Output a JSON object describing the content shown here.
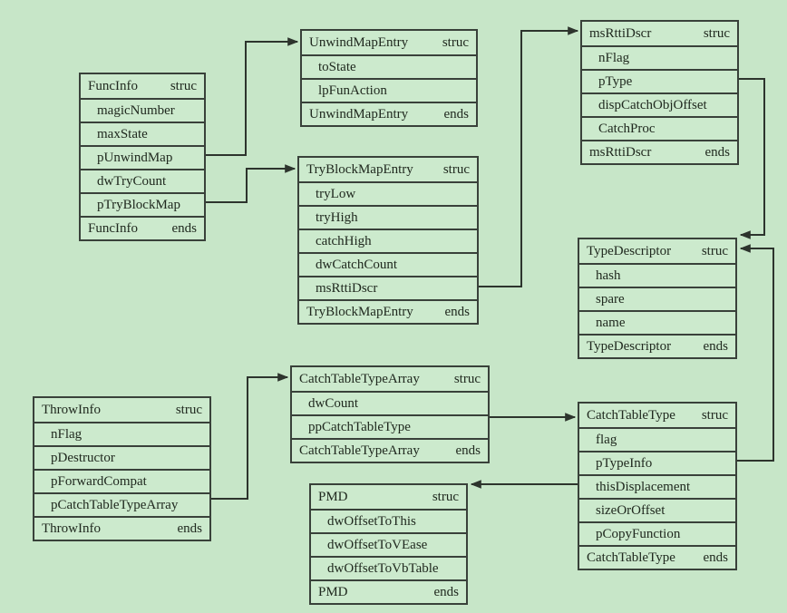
{
  "keywords": {
    "open": "struc",
    "close": "ends"
  },
  "structs": [
    {
      "id": "funcinfo",
      "title": "FuncInfo",
      "fields": [
        "magicNumber",
        "maxState",
        "pUnwindMap",
        "dwTryCount",
        "pTryBlockMap"
      ]
    },
    {
      "id": "unwindmapentry",
      "title": "UnwindMapEntry",
      "fields": [
        "toState",
        "lpFunAction"
      ]
    },
    {
      "id": "tryblockmapentry",
      "title": "TryBlockMapEntry",
      "fields": [
        "tryLow",
        "tryHigh",
        "catchHigh",
        "dwCatchCount",
        "msRttiDscr"
      ]
    },
    {
      "id": "msrttidscr",
      "title": "msRttiDscr",
      "fields": [
        "nFlag",
        "pType",
        "dispCatchObjOffset",
        "CatchProc"
      ]
    },
    {
      "id": "typedescriptor",
      "title": "TypeDescriptor",
      "fields": [
        "hash",
        "spare",
        "name"
      ]
    },
    {
      "id": "throwinfo",
      "title": "ThrowInfo",
      "fields": [
        "nFlag",
        "pDestructor",
        "pForwardCompat",
        "pCatchTableTypeArray"
      ]
    },
    {
      "id": "catchtabletypearray",
      "title": "CatchTableTypeArray",
      "fields": [
        "dwCount",
        "ppCatchTableType"
      ]
    },
    {
      "id": "catchtabletype",
      "title": "CatchTableType",
      "fields": [
        "flag",
        "pTypeInfo",
        "thisDisplacement",
        "sizeOrOffset",
        "pCopyFunction"
      ]
    },
    {
      "id": "pmd",
      "title": "PMD",
      "fields": [
        "dwOffsetToThis",
        "dwOffsetToVEase",
        "dwOffsetToVbTable"
      ]
    }
  ],
  "connectors": [
    {
      "from": "FuncInfo.pUnwindMap",
      "to": "UnwindMapEntry"
    },
    {
      "from": "FuncInfo.pTryBlockMap",
      "to": "TryBlockMapEntry"
    },
    {
      "from": "TryBlockMapEntry.msRttiDscr",
      "to": "msRttiDscr"
    },
    {
      "from": "msRttiDscr.pType",
      "to": "TypeDescriptor"
    },
    {
      "from": "ThrowInfo.pCatchTableTypeArray",
      "to": "CatchTableTypeArray"
    },
    {
      "from": "CatchTableTypeArray.ppCatchTableType",
      "to": "CatchTableType"
    },
    {
      "from": "CatchTableType.pTypeInfo",
      "to": "TypeDescriptor"
    },
    {
      "from": "CatchTableType.thisDisplacement",
      "to": "PMD"
    }
  ],
  "colors": {
    "background": "#c7e6c8",
    "box_fill": "#cceacd",
    "border": "#39413a",
    "text": "#20291f",
    "line": "#2d342d"
  }
}
